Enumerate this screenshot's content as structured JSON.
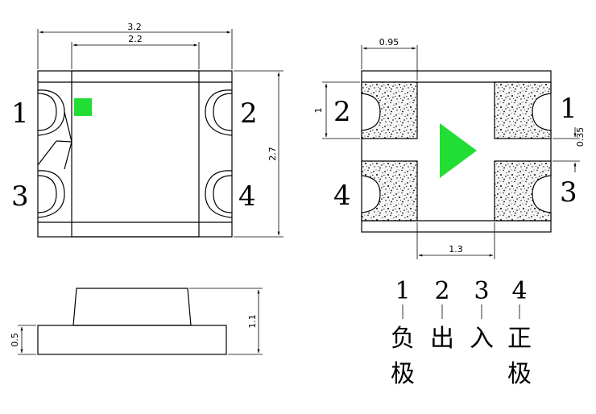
{
  "dimensions": {
    "total_width": "3.2",
    "inner_width": "2.2",
    "height": "2.7",
    "pad_width": "0.95",
    "pad_height": "1",
    "pad_gap": "0.35",
    "pad_spacing": "1.3",
    "side_total_height": "1.1",
    "side_base_height": "0.5"
  },
  "pins": {
    "top_left": "1",
    "top_right": "2",
    "bottom_left": "3",
    "bottom_right": "4",
    "bottom_top_left": "2",
    "bottom_top_right": "1",
    "bottom_bottom_left": "4",
    "bottom_bottom_right": "3"
  },
  "legend": [
    {
      "num": "1",
      "c1": "负",
      "c2": "极"
    },
    {
      "num": "2",
      "c1": "出",
      "c2": ""
    },
    {
      "num": "3",
      "c1": "入",
      "c2": ""
    },
    {
      "num": "4",
      "c1": "正",
      "c2": "极"
    }
  ],
  "colors": {
    "marker": "#22dd33",
    "pad_fill": "#f4f4f4",
    "stroke": "#000000"
  }
}
